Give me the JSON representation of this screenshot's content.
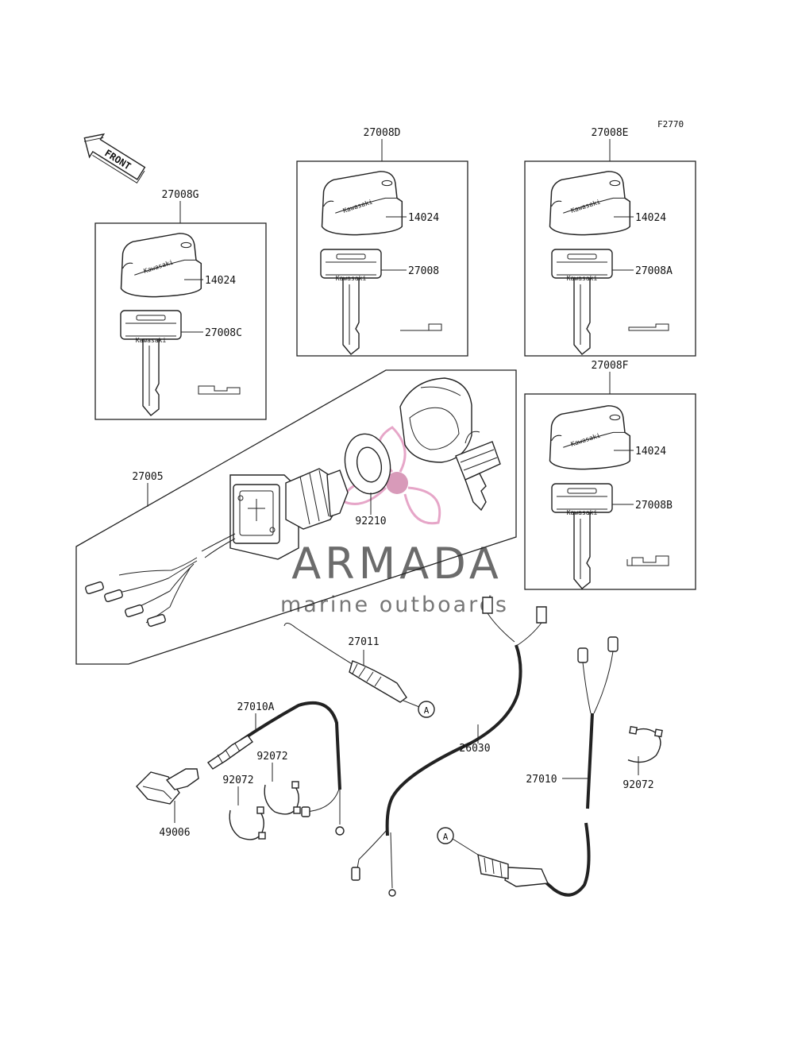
{
  "figure_code": "F2770",
  "front_label": "FRONT",
  "key_brand": "Kawasaki",
  "callout_A": "A",
  "labels": {
    "kit_g": "27008G",
    "kit_d": "27008D",
    "kit_e": "27008E",
    "kit_f": "27008F",
    "cap_g": "14024",
    "cap_d": "14024",
    "cap_e": "14024",
    "cap_f": "14024",
    "key_g": "27008C",
    "key_d": "27008",
    "key_e": "27008A",
    "key_f": "27008B",
    "ignition_switch": "27005",
    "nut": "92210",
    "lanyard": "27011",
    "harness_2": "27010A",
    "harness": "26030",
    "harness_1": "27010",
    "clamp_a": "92072",
    "clamp_b": "92072",
    "clamp_c": "92072",
    "holder": "49006"
  },
  "watermark": {
    "brand": "ARMADA",
    "tagline": "marine outboards",
    "accent_color": "#e6a6c8",
    "text_color": "#6b6b6b"
  }
}
